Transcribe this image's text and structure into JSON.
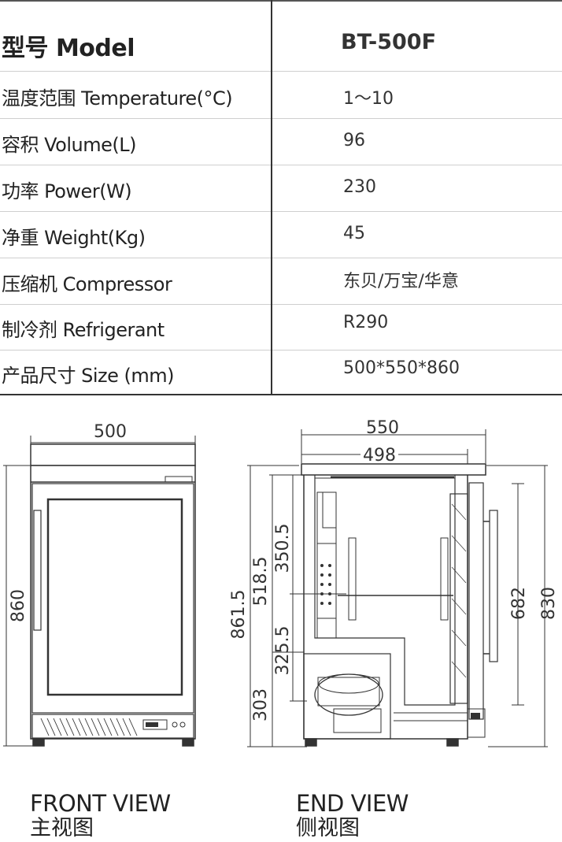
{
  "spec_table": {
    "rows": [
      {
        "label": "型号 Model",
        "value": "BT-500F"
      },
      {
        "label": "温度范围 Temperature(°C)",
        "value": "1～10"
      },
      {
        "label": "容积 Volume(L)",
        "value": "96"
      },
      {
        "label": "功率 Power(W)",
        "value": "230"
      },
      {
        "label": "净重 Weight(Kg)",
        "value": "45"
      },
      {
        "label": "压缩机 Compressor",
        "value": "东贝/万宝/华意"
      },
      {
        "label": "制冷剂 Refrigerant",
        "value": "R290"
      },
      {
        "label": "产品尺寸 Size (mm)",
        "value": "500*550*860"
      }
    ]
  },
  "front_view": {
    "dimensions": {
      "width": "500",
      "height": "860"
    },
    "caption_en": "FRONT VIEW",
    "caption_zh": "主视图"
  },
  "end_view": {
    "dimensions": {
      "depth": "550",
      "inner_depth": "498",
      "total_height": "861.5",
      "height_518": "518.5",
      "height_350": "350.5",
      "height_325": "325.5",
      "height_303": "303",
      "door_height": "682",
      "side_height": "830"
    },
    "caption_en": "END VIEW",
    "caption_zh": "侧视图"
  }
}
